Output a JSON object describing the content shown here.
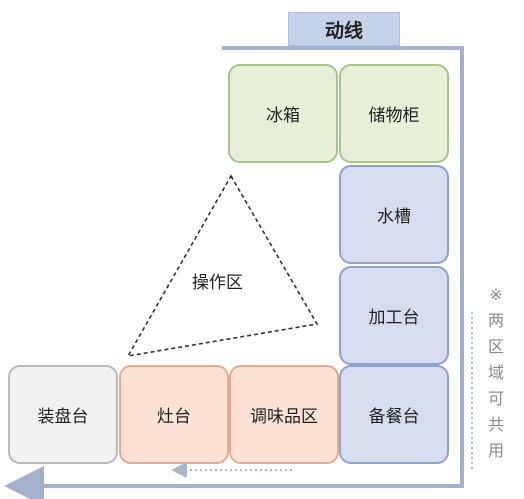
{
  "title": "动线",
  "zone_label": "操作区",
  "boxes": {
    "fridge": "冰箱",
    "cabinet": "储物柜",
    "sink": "水槽",
    "prep": "加工台",
    "serving": "备餐台",
    "seasoning": "调味品区",
    "stove": "灶台",
    "plating": "装盘台"
  },
  "note_chars": [
    "※",
    "两",
    "区",
    "域",
    "可",
    "共",
    "用"
  ],
  "colors": {
    "flow_line": "#a3b1cf",
    "green": "#e7efd9",
    "blue": "#d5ddef",
    "orange": "#fbe2d5",
    "gray": "#f1f1f1"
  }
}
